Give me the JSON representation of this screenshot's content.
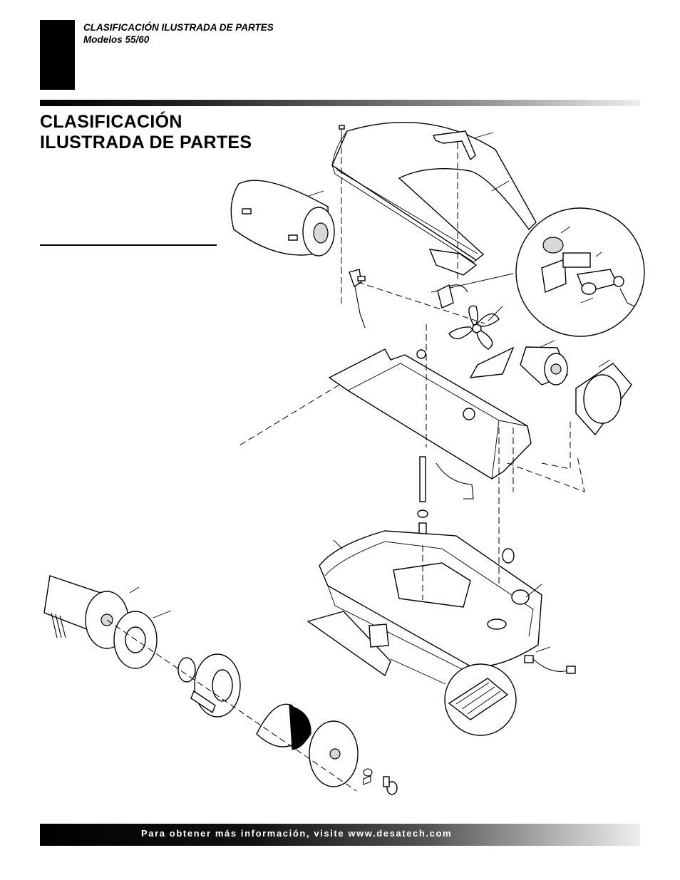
{
  "header": {
    "section_title": "CLASIFICACIÓN ILUSTRADA DE PARTES",
    "models": "Modelos 55/60"
  },
  "page_title": {
    "line1": "CLASIFICACIÓN",
    "line2": "ILUSTRADA DE PARTES"
  },
  "footer": {
    "text": "Para obtener más información, visite www.desatech.com"
  }
}
